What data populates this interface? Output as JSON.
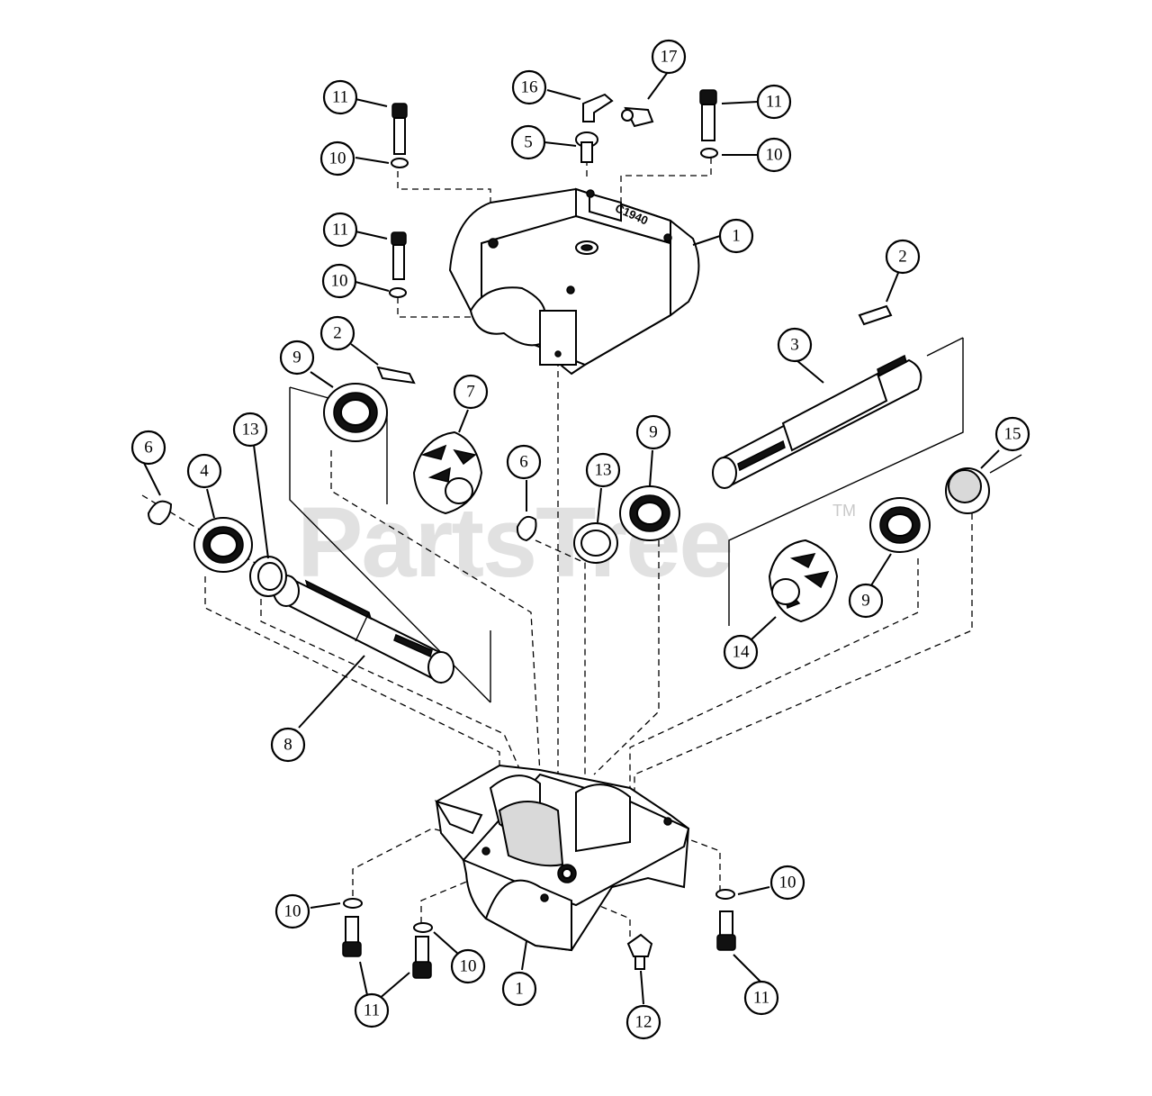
{
  "watermark": {
    "text": "PartsTree",
    "trademark": "TM"
  },
  "housing_stamp": "C1940",
  "callouts": [
    "1",
    "1",
    "2",
    "2",
    "3",
    "4",
    "5",
    "6",
    "6",
    "7",
    "8",
    "9",
    "9",
    "9",
    "10",
    "10",
    "10",
    "10",
    "10",
    "10",
    "11",
    "11",
    "11",
    "11",
    "11",
    "12",
    "13",
    "13",
    "14",
    "15",
    "16",
    "17"
  ]
}
